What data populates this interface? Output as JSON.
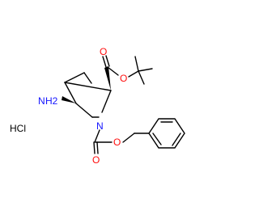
{
  "atoms": {
    "amine_n": "N",
    "amine_h2": "H2",
    "ring_n": "N",
    "ester_o_double": "O",
    "ester_o_single": "O",
    "carbamate_o_double": "O",
    "carbamate_o_single": "O"
  },
  "salt": "HCl",
  "colors": {
    "nitrogen": "#1414ff",
    "oxygen": "#ff0d0d",
    "carbon_bonds": "#000000",
    "salt": "#000000"
  }
}
